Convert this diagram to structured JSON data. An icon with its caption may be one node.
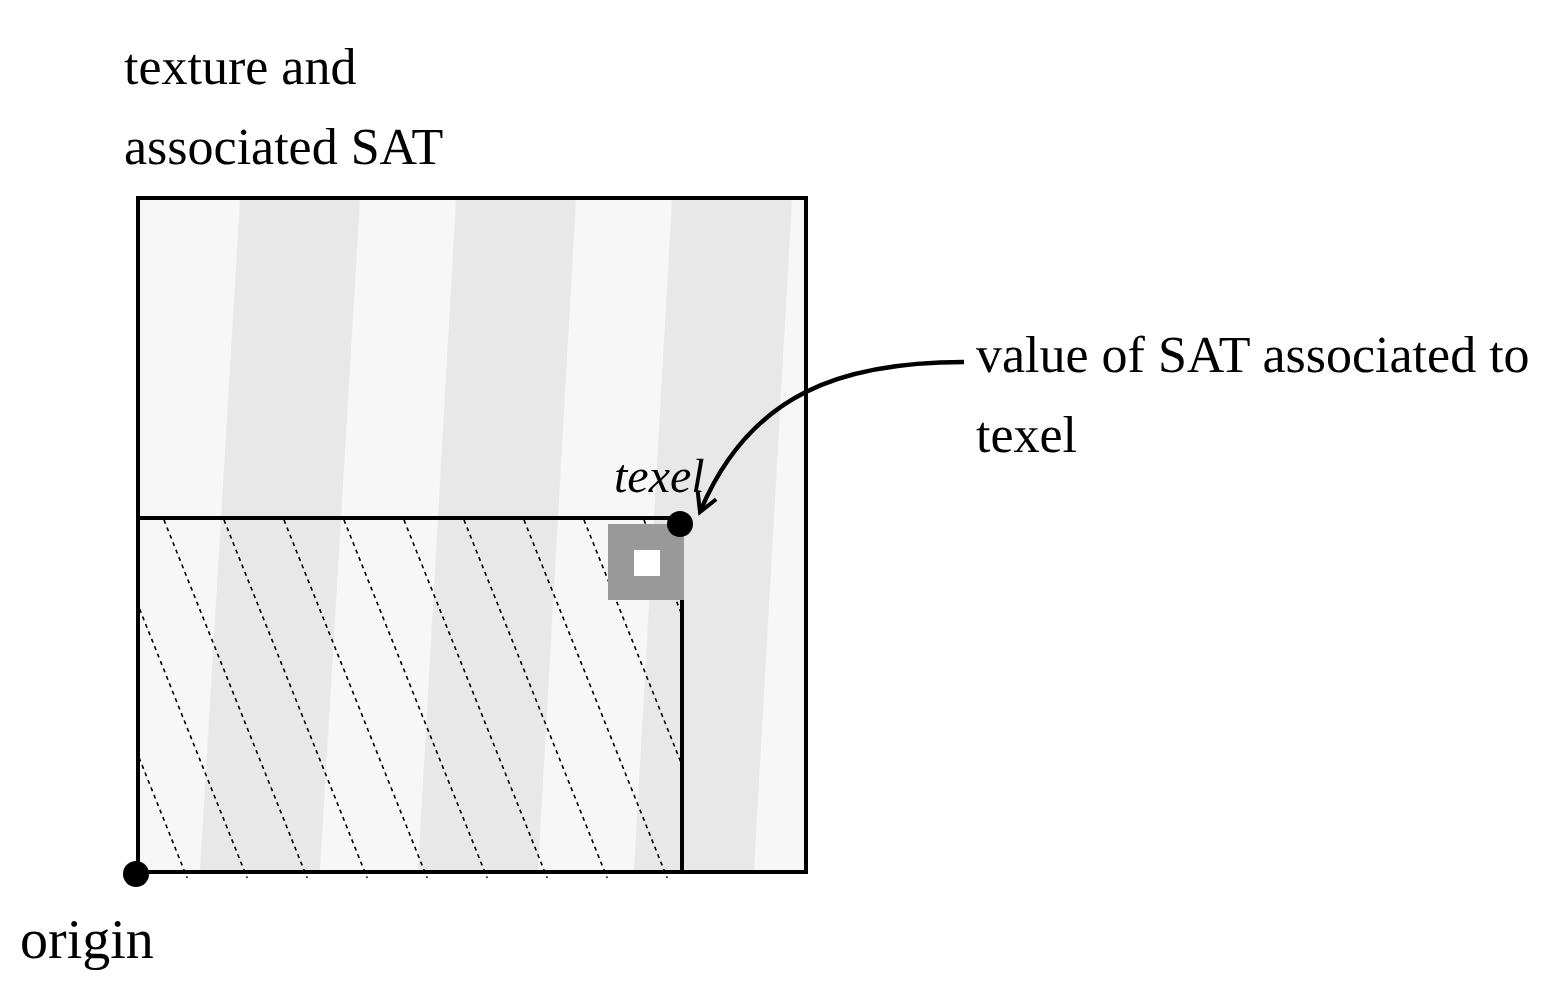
{
  "diagram": {
    "nodes": [
      {
        "text": [
          "texture and associated SAT"
        ]
      },
      {
        "text": [],
        "shape": "box",
        "in": 0
      },
      {
        "text": [],
        "shape": "box",
        "in": 1,
        "beside": [
          "texel"
        ]
      },
      {
        "text": [
          "value of SAT associated to texel"
        ]
      }
    ],
    "edges": [
      {
        "from": 3,
        "to": 2,
        "arrow": "to"
      }
    ],
    "labels": [
      "origin"
    ]
  }
}
